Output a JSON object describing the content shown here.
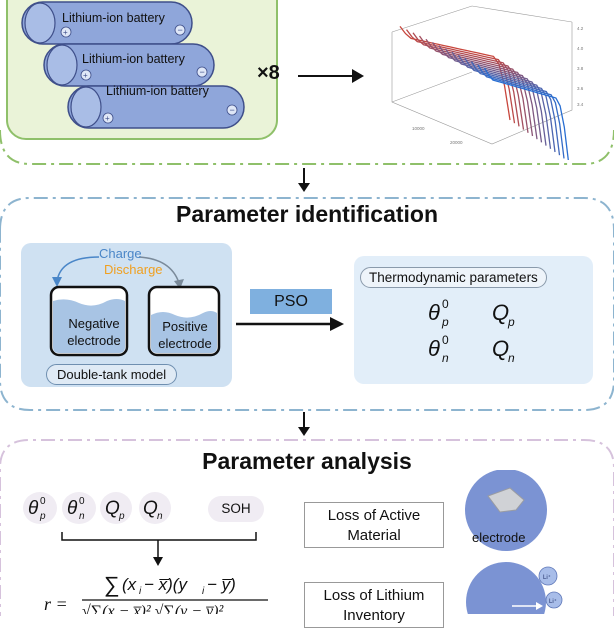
{
  "top": {
    "batteries": [
      "Lithium-ion battery",
      "Lithium-ion battery",
      "Lithium-ion battery"
    ],
    "multiplier": "×8"
  },
  "identification": {
    "title": "Parameter identification",
    "charge": "Charge",
    "discharge": "Discharge",
    "negative_electrode": [
      "Negative",
      "electrode"
    ],
    "positive_electrode": [
      "Positive",
      "electrode"
    ],
    "model_label": "Double-tank model",
    "algorithm": "PSO",
    "thermo_title": "Thermodynamic parameters"
  },
  "analysis": {
    "title": "Parameter analysis",
    "soh": "SOH",
    "loss_active": [
      "Loss of Active",
      "Material"
    ],
    "electrode_label": "electrode",
    "loss_lithium": [
      "Loss of Lithium",
      "Inventory"
    ],
    "correlation_lhs": "r ="
  },
  "colors": {
    "top_panel": "#eaf3d8",
    "top_border": "#8fc06a",
    "battery_fill": "#8fa6da",
    "middle_border": "#8db4cf",
    "diagram_panel": "#cfe1f2",
    "pso_fill": "#7fb0df",
    "thermo_panel": "#e2eef9",
    "bottom_border": "#d6c2dc",
    "charge_text": "#4a86c8",
    "discharge_text": "#f0a020",
    "electrode_sphere": "#7b93d3"
  }
}
